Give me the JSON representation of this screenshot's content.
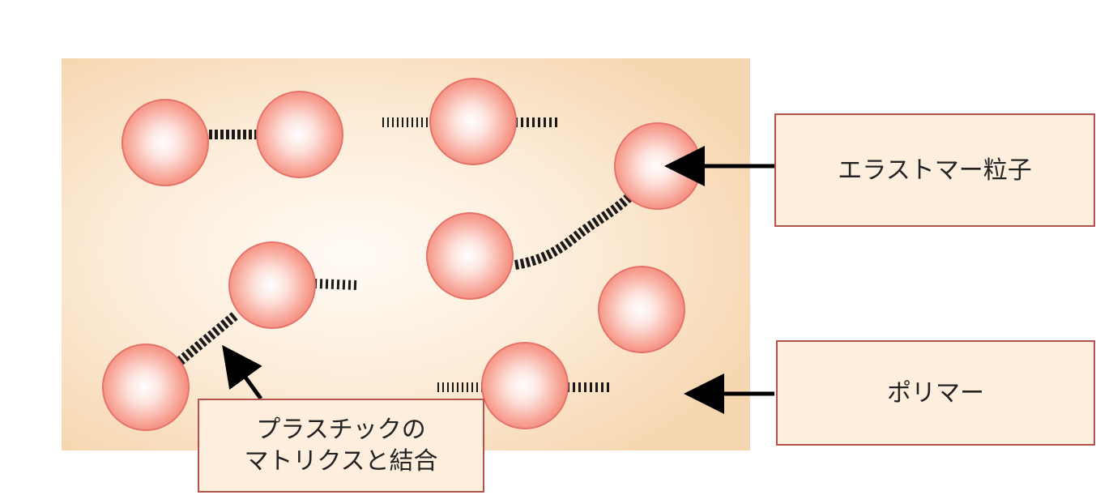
{
  "labels": {
    "elastomer": "エラストマー粒子",
    "polymer": "ポリマー",
    "matrix_line1": "プラスチックの",
    "matrix_line2": "マトリクスと結合"
  },
  "colors": {
    "panel_center": "#fffaf3",
    "panel_edge": "#f7d9b4",
    "particle_center": "#ffffff",
    "particle_edge": "#f48a78",
    "particle_outline": "#e5736a",
    "label_fill": "#fdeede",
    "label_border": "#b4524e",
    "chain": "#1a1a1a",
    "arrow": "#000000"
  }
}
